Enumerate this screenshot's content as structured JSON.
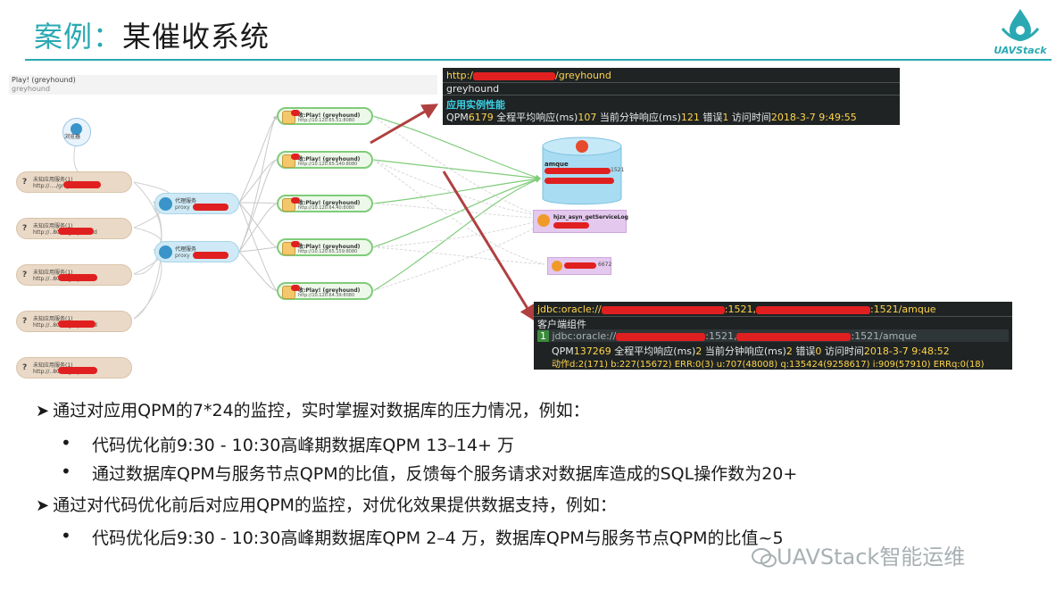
{
  "slide": {
    "title_prefix": "案例",
    "title_sep": "：",
    "title_main": "某催收系统",
    "logo_text": "UAVStack"
  },
  "topology": {
    "app_title": "Play! (greyhound)",
    "app_subtitle": "greyhound",
    "browser_label": "浏览器",
    "left_nodes": [
      {
        "line1": "未知应用服务(1)",
        "line2": "http://..../greyhound"
      },
      {
        "line1": "未知应用服务(1)",
        "line2": "http://..8080/greyhound"
      },
      {
        "line1": "未知应用服务(1)",
        "line2": "http://..8080/greyhound"
      },
      {
        "line1": "未知应用服务(1)",
        "line2": "http://..8080/greyhound"
      },
      {
        "line1": "未知应用服务(1)",
        "line2": "http://..8080/greyhound"
      }
    ],
    "proxy_nodes": [
      {
        "line1": "代理服务",
        "line2": "proxy"
      },
      {
        "line1": "代理服务",
        "line2": "proxy"
      }
    ],
    "service_nodes": [
      {
        "line1": "收:Play! (greyhound)",
        "line2": "http://10.120.65.51:8080"
      },
      {
        "line1": "收:Play! (greyhound)",
        "line2": "http://10.120.65.140:8080"
      },
      {
        "line1": "收:Play! (greyhound)",
        "line2": "http://10.120.64.40:8080"
      },
      {
        "line1": "收:Play! (greyhound)",
        "line2": "http://10.120.65.159:8080"
      },
      {
        "line1": "收:Play! (greyhound)",
        "line2": "http://10.120.64.39:8080"
      }
    ],
    "db_label": "amque",
    "db_port": "1521",
    "log_label": "hjzx_asyn_getServiceLog",
    "small_port": "6672"
  },
  "panel_top": {
    "url_prefix": "http:/",
    "url_suffix": "/greyhound",
    "app_name": "greyhound",
    "section": "应用实例性能",
    "qpm_label": "QPM",
    "qpm_value": "6179",
    "avg_label": "全程平均响应(ms)",
    "avg_value": "107",
    "cur_label": "当前分钟响应(ms)",
    "cur_value": "121",
    "err_label": "错误",
    "err_value": "1",
    "time_label": "访问时间",
    "time_value": "2018-3-7 9:49:55"
  },
  "panel_bottom": {
    "jdbc_prefix": "jdbc:oracle://",
    "jdbc_mid": ":1521,",
    "jdbc_suffix": ":1521/amque",
    "component_label": "客户端组件",
    "row_index": "1",
    "row_prefix": "jdbc:oracle://",
    "row_mid": ":1521,",
    "row_suffix": ":1521/amque",
    "qpm_label": "QPM",
    "qpm_value": "137269",
    "avg_label": "全程平均响应(ms)",
    "avg_value": "2",
    "cur_label": "当前分钟响应(ms)",
    "cur_value": "2",
    "err_label": "错误",
    "err_value": "0",
    "time_label": "访问时间",
    "time_value": "2018-3-7 9:48:52",
    "action_line": "动作d:2(171) b:227(15672) ERR:0(3) u:707(48008) q:135424(9258617) i:909(57910) ERRq:0(18)"
  },
  "bullets": {
    "b1": "通过对应用QPM的7*24的监控，实时掌握对数据库的压力情况，例如：",
    "b1_1": "代码优化前9:30 - 10:30高峰期数据库QPM 13–14+ 万",
    "b1_2": "通过数据库QPM与服务节点QPM的比值，反馈每个服务请求对数据库造成的SQL操作数为20+",
    "b2": "通过对代码优化前后对应用QPM的监控，对优化效果提供数据支持，例如：",
    "b2_1": "代码优化后9:30 - 10:30高峰期数据库QPM 2–4 万，数据库QPM与服务节点QPM的比值~5"
  },
  "watermark": "UAVStack智能运维",
  "colors": {
    "accent": "#2aa9b3",
    "redact": "#e02020",
    "panel_bg": "#1f2324"
  }
}
